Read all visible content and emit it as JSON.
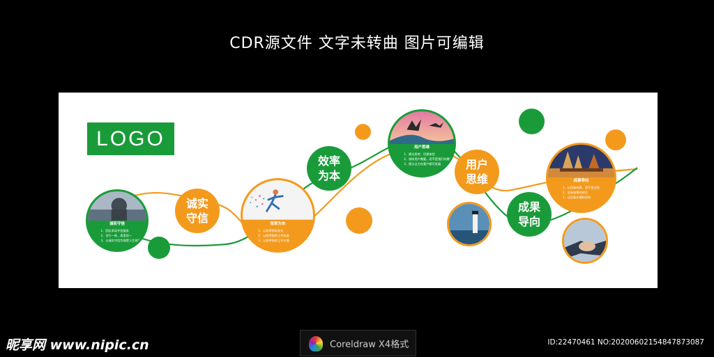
{
  "header": {
    "title": "CDR源文件 文字未转曲 图片可编辑"
  },
  "logo": {
    "text": "LOGO"
  },
  "colors": {
    "green": "#1a9b3a",
    "orange": "#f39a1d",
    "background": "#000000",
    "panel": "#ffffff"
  },
  "tags": {
    "honesty": [
      "诚实",
      "守信"
    ],
    "efficiency": [
      "效率",
      "为本"
    ],
    "user": [
      "用户",
      "思维"
    ],
    "result": [
      "成果",
      "导向"
    ]
  },
  "cards": {
    "honesty": {
      "heading": "诚实守信",
      "items": [
        "1、团队承诺守信服务",
        "2、言行一致，表里如一",
        "3、以诚实守信为前提人生准则"
      ]
    },
    "efficiency": {
      "heading": "效率为本",
      "items": [
        "1、以效率和标准化",
        "2、以效率指挥工作标准",
        "3、以效率指挥工作价值"
      ]
    },
    "user": {
      "heading": "用户思维",
      "items": [
        "1、换位思考、切换体验",
        "2、倾听用户需要，而不是我们的需要",
        "3、提示全力在客户都可发展"
      ]
    },
    "result": {
      "heading": "成果导向",
      "items": [
        "1、以目标成果，而不是过程",
        "2、没有结果的成功",
        "3、以目标价值和导向"
      ]
    }
  },
  "footer": {
    "site_logo": "昵享网 www.nipic.cn",
    "software": "Coreldraw X4格式",
    "id_text": "ID:22470461 NO:20200602154847873087"
  }
}
